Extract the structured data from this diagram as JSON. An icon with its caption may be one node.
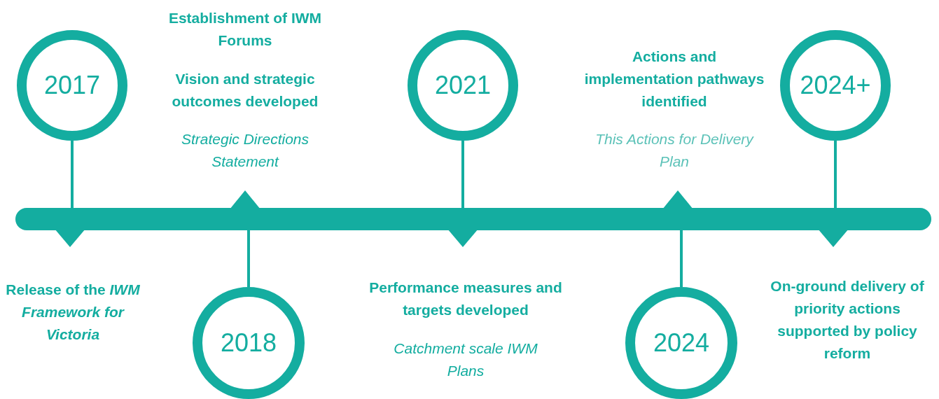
{
  "diagram": {
    "nodes": [
      {
        "text": [
          "2017"
        ]
      },
      {
        "text": [
          "2018"
        ]
      },
      {
        "text": [
          "2021"
        ]
      },
      {
        "text": [
          "2024"
        ]
      },
      {
        "text": [
          "2024+"
        ]
      },
      {
        "text": [],
        "shape": "bar"
      }
    ],
    "edges": [
      {
        "from": 0,
        "to": 5,
        "arrow": "none"
      },
      {
        "from": 1,
        "to": 5,
        "arrow": "none"
      },
      {
        "from": 2,
        "to": 5,
        "arrow": "none"
      },
      {
        "from": 3,
        "to": 5,
        "arrow": "none"
      },
      {
        "from": 4,
        "to": 5,
        "arrow": "none"
      }
    ],
    "labels": [
      "Establishment of IWM Forums",
      "Vision and strategic outcomes developed",
      "Strategic Directions Statement",
      "Actions and implementation pathways identified",
      "This Actions for Delivery Plan",
      "Release of the *IWM Framework for Victoria*",
      "Performance measures and targets developed",
      "Catchment scale IWM Plans",
      "On-ground delivery of priority actions supported by policy reform"
    ]
  }
}
